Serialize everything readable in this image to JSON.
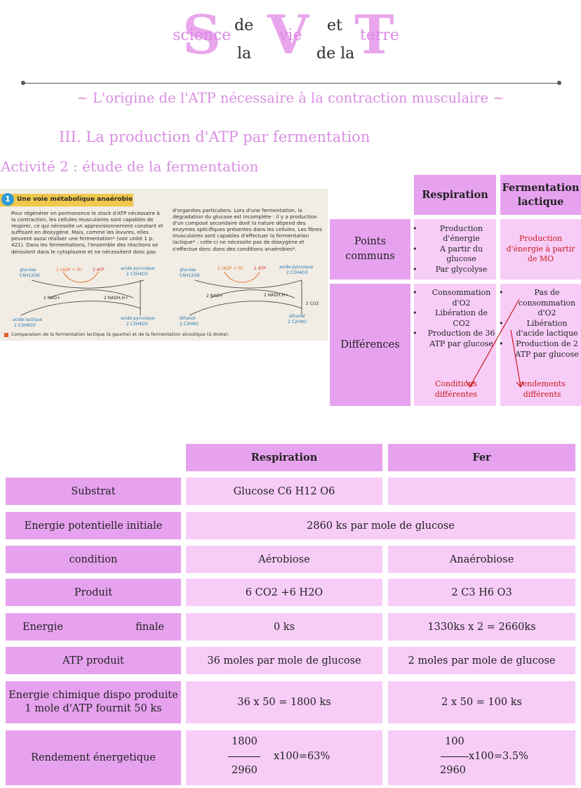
{
  "header": {
    "big_letters": [
      "S",
      "V",
      "T"
    ],
    "word_science": "science",
    "word_de1": "de",
    "word_la1": "la",
    "word_vie": "vie",
    "word_et": "et",
    "word_dela": "de la",
    "word_terre": "terre"
  },
  "subtitle": "~ L'origine de l'ATP nécessaire à la contraction musculaire ~",
  "section_title": "III. La production d'ATP par fermentation",
  "activity_title": "Activité 2 : étude de la fermentation",
  "scan": {
    "number": "1",
    "title": "Une voie métabolique anaérobie",
    "col1": "Pour régénérer en permanence le stock d'ATP nécessaire à la contraction, les cellules musculaires sont capables de respirer, ce qui nécessite un approvisionnement constant et suffisant en dioxygène. Mais, comme les levures, elles peuvent aussi réaliser une fermentation* (voir unité 1 p. 421). Dans les fermentations, l'ensemble des réactions se déroulent dans le cytoplasme et ne nécessitent donc pas",
    "col2": "d'organites particuliers. Lors d'une fermentation, la dégradation du glucose est incomplète : il y a production d'un composé secondaire dont la nature dépend des enzymes spécifiques présentes dans les cellules. Les fibres musculaires sont capables d'effectuer la fermentation lactique* : celle-ci ne nécessite pas de dioxygène et s'effectue donc dans des conditions anaérobies*.",
    "d1": {
      "glucose": "glucose",
      "glucose_f": "C6H12O6",
      "adp": "2 (ADP + Pi)",
      "atp": "2 ATP",
      "pyr": "acide pyruvique",
      "pyr_f": "2 C3H4O3",
      "nad": "2 NAD+",
      "nadh": "2 NADH,H+",
      "lact": "acide lactique",
      "lact_f": "2 C3H6O3",
      "pyr2": "acide pyruvique",
      "pyr2_f": "2 C3H4O3"
    },
    "d2": {
      "glucose": "glucose",
      "glucose_f": "C6H12O6",
      "adp": "2 (ADP + Pi)",
      "atp": "2 ATP",
      "pyr": "acide pyruvique",
      "pyr_f": "2 C3H4O3",
      "nad": "2 NAD+",
      "nadh": "2 NADH,H+",
      "co2": "2 CO2",
      "eth1": "éthanol",
      "eth1_f": "2 C2H6O",
      "eth2": "éthanal",
      "eth2_f": "2 C2H4O"
    },
    "caption": "Comparaison de la fermentation lactique (à gauche) et de la fermentation alcoolique (à droite)."
  },
  "comparison": {
    "head_respiration": "Respiration",
    "head_fermentation": "Fermentation lactique",
    "row_common": "Points communs",
    "row_diff": "Différences",
    "common_resp": [
      "Production d'énergie",
      "A partir du glucose",
      "Par glycolyse"
    ],
    "common_ferm": "Production d'énergie à partir de MO",
    "diff_resp": [
      "Consommation d'O2",
      "Libération de CO2",
      "Production de 36 ATP par glucose"
    ],
    "diff_ferm": [
      "Pas de consommation d'O2",
      "Libération d'acide lactique",
      "Production de 2 ATP par glucose"
    ],
    "note_left": "Conditions différentes",
    "note_right": "rendements différents"
  },
  "table": {
    "head_respiration": "Respiration",
    "head_fer": "Fer",
    "rows": [
      {
        "label": "Substrat",
        "resp": "Glucose C6 H12 O6",
        "fer": ""
      },
      {
        "label": "Energie potentielle initiale",
        "merged": "2860 ks par mole de glucose"
      },
      {
        "label": "condition",
        "resp": "Aérobiose",
        "fer": "Anaérobiose"
      },
      {
        "label": "Produit",
        "resp": "6 CO2 +6 H2O",
        "fer": "2 C3 H6 O3"
      },
      {
        "label_left": "Energie",
        "label_right": "finale",
        "resp": "0 ks",
        "fer": "1330ks x 2 = 2660ks"
      },
      {
        "label": "ATP produit",
        "resp": "36 moles par mole de glucose",
        "fer": "2 moles par mole de glucose"
      },
      {
        "label_line1": "Energie chimique dispo produite",
        "label_line2": "1 mole d'ATP fournit 50 ks",
        "resp": "36 x 50 = 1800 ks",
        "fer": "2 x 50 = 100 ks"
      },
      {
        "label": "Rendement énergetique",
        "resp_num": "1800",
        "resp_den": "2960",
        "resp_res": "x100=63%",
        "fer_num": "100",
        "fer_den": "2960",
        "fer_res": "x100=3.5%"
      }
    ]
  }
}
